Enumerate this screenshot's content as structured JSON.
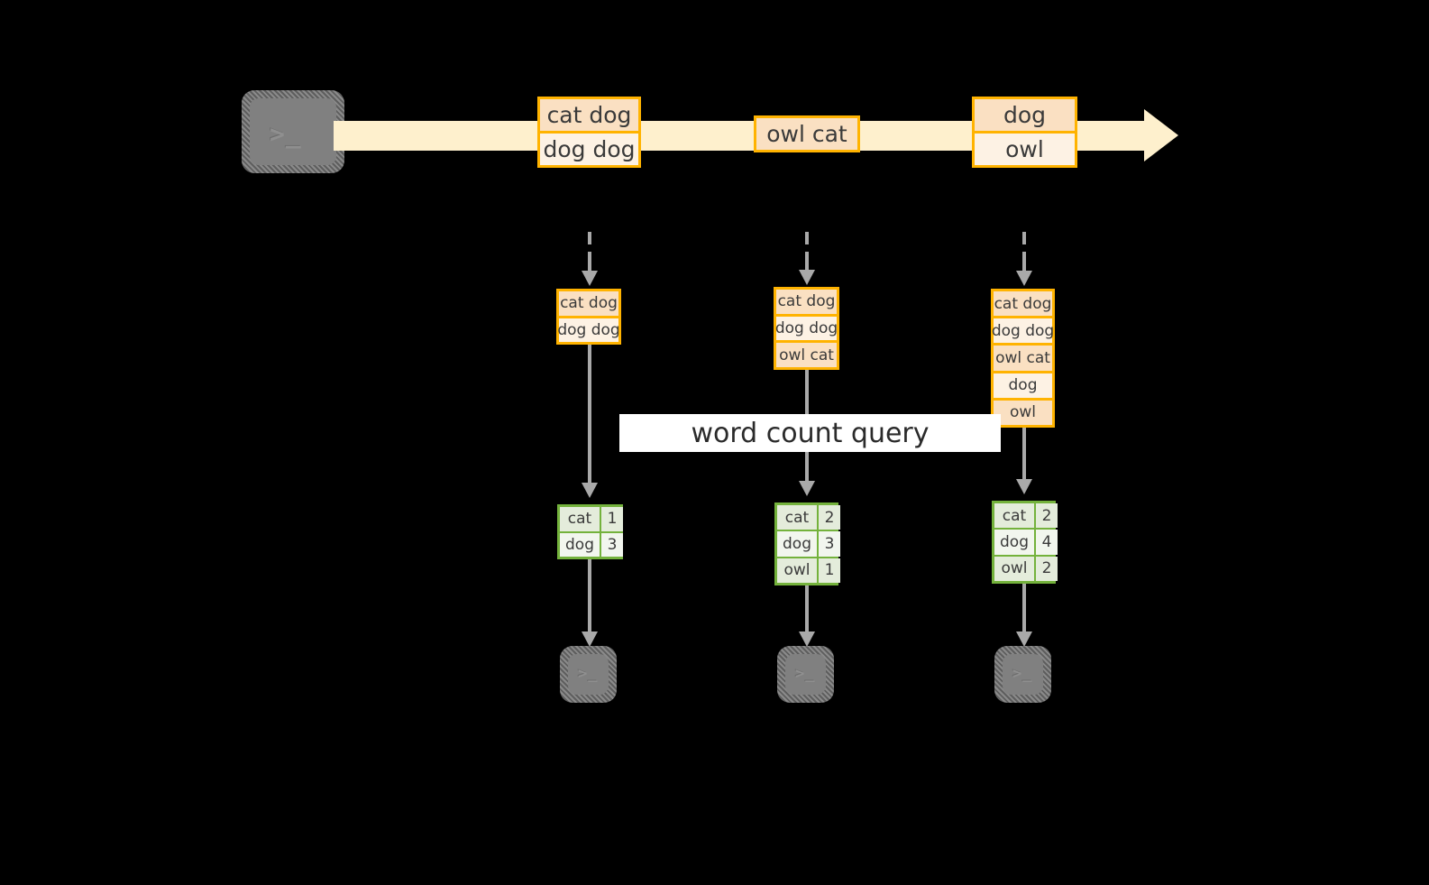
{
  "diagram": {
    "title": "word count query",
    "colors": {
      "stream_band": "#FEF0CD",
      "record_border": "#FFB300",
      "record_fill_dark": "#FAE0C2",
      "record_fill_light": "#FDF2E4",
      "table_border": "#74B23C",
      "table_fill_dark": "#E4ECDB",
      "table_fill_light": "#F2F6EE",
      "connector": "#A9A9A9",
      "terminal_fill": "#808080",
      "background": "#000000"
    },
    "terminal_glyph": ">_",
    "source_terminal": {
      "name": "source-terminal"
    },
    "stream_records": [
      {
        "name": "stream-record-1",
        "lines": [
          "cat dog",
          "dog dog"
        ]
      },
      {
        "name": "stream-record-2",
        "lines": [
          "owl cat"
        ]
      },
      {
        "name": "stream-record-3",
        "lines": [
          "dog",
          "owl"
        ]
      }
    ],
    "snapshots": [
      {
        "name": "snapshot-1",
        "lines": [
          "cat dog",
          "dog dog"
        ]
      },
      {
        "name": "snapshot-2",
        "lines": [
          "cat dog",
          "dog dog",
          "owl cat"
        ]
      },
      {
        "name": "snapshot-3",
        "lines": [
          "cat dog",
          "dog dog",
          "owl cat",
          "dog",
          "owl"
        ]
      }
    ],
    "results": [
      {
        "name": "result-table-1",
        "rows": [
          {
            "word": "cat",
            "count": "1"
          },
          {
            "word": "dog",
            "count": "3"
          }
        ]
      },
      {
        "name": "result-table-2",
        "rows": [
          {
            "word": "cat",
            "count": "2"
          },
          {
            "word": "dog",
            "count": "3"
          },
          {
            "word": "owl",
            "count": "1"
          }
        ]
      },
      {
        "name": "result-table-3",
        "rows": [
          {
            "word": "cat",
            "count": "2"
          },
          {
            "word": "dog",
            "count": "4"
          },
          {
            "word": "owl",
            "count": "2"
          }
        ]
      }
    ],
    "sink_terminals": [
      {
        "name": "sink-terminal-1"
      },
      {
        "name": "sink-terminal-2"
      },
      {
        "name": "sink-terminal-3"
      }
    ]
  }
}
